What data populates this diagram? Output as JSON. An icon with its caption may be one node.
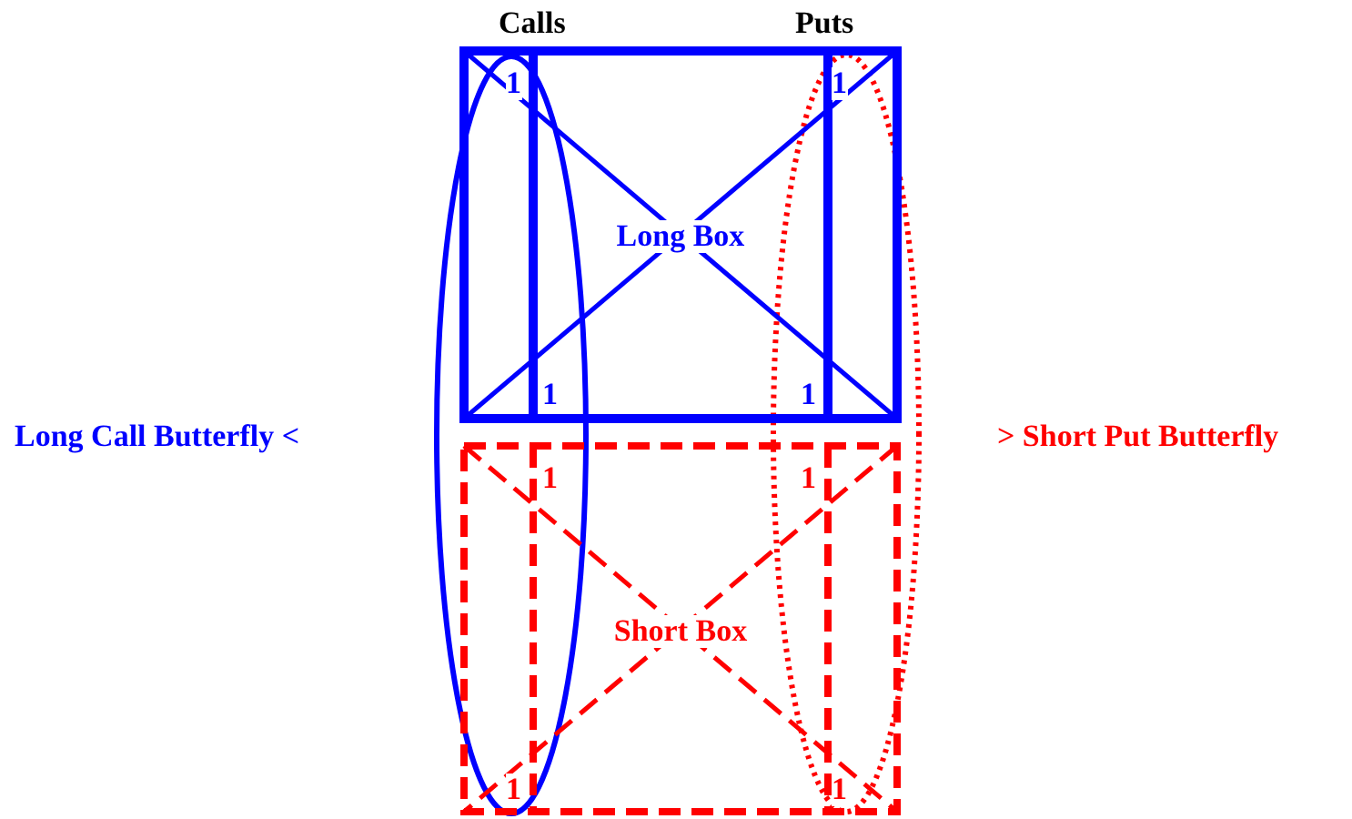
{
  "diagram": {
    "nodes": [
      {
        "text": [
          "Long Box"
        ]
      },
      {
        "text": [
          "Short Box"
        ]
      }
    ],
    "labels": [
      "Calls",
      "Puts",
      "1",
      "1",
      "1",
      "1",
      "Long Call Butterfly <",
      "> Short Put Butterfly",
      "1",
      "1",
      "1",
      "1"
    ]
  }
}
